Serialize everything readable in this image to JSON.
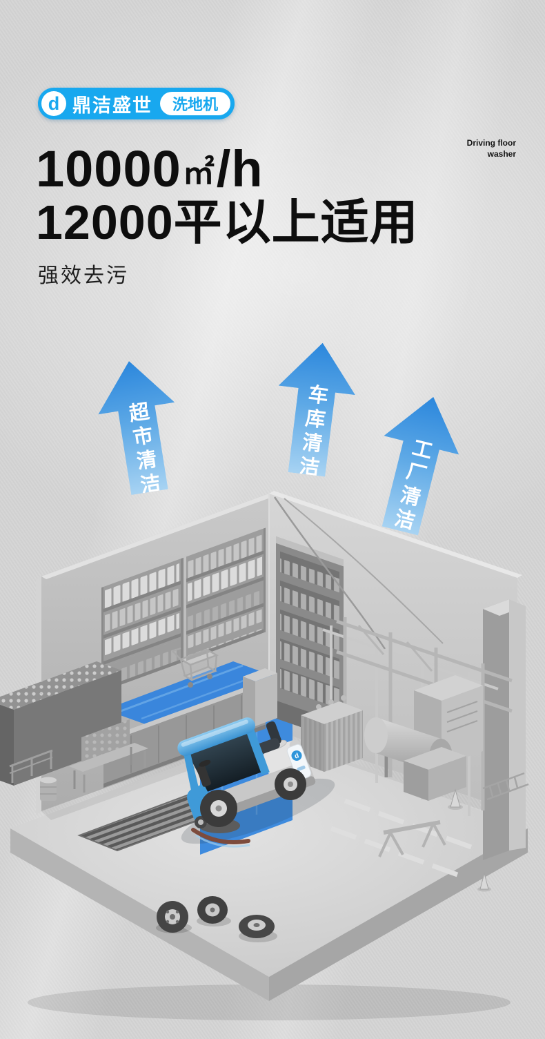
{
  "brand": {
    "logo_letter": "d",
    "name": "鼎洁盛世",
    "product_tag": "洗地机",
    "accent_color": "#18a8ef"
  },
  "corner_note": {
    "line1": "Driving floor",
    "line2": "washer"
  },
  "headline": {
    "capacity_value": "10000",
    "capacity_unit": "㎡",
    "capacity_per": "/h",
    "line2": "12000平以上适用"
  },
  "subtitle": "强效去污",
  "scene_arrows": [
    {
      "label": "超市清洁"
    },
    {
      "label": "车库清洁"
    },
    {
      "label": "工厂清洁"
    }
  ],
  "colors": {
    "background": "#d4d4d4",
    "arrow_blue_top": "#2a86dc",
    "arrow_blue_bottom": "#a9d4f3",
    "machine_blue": "#3f9ad8",
    "path_blue": "#3a86dc"
  }
}
